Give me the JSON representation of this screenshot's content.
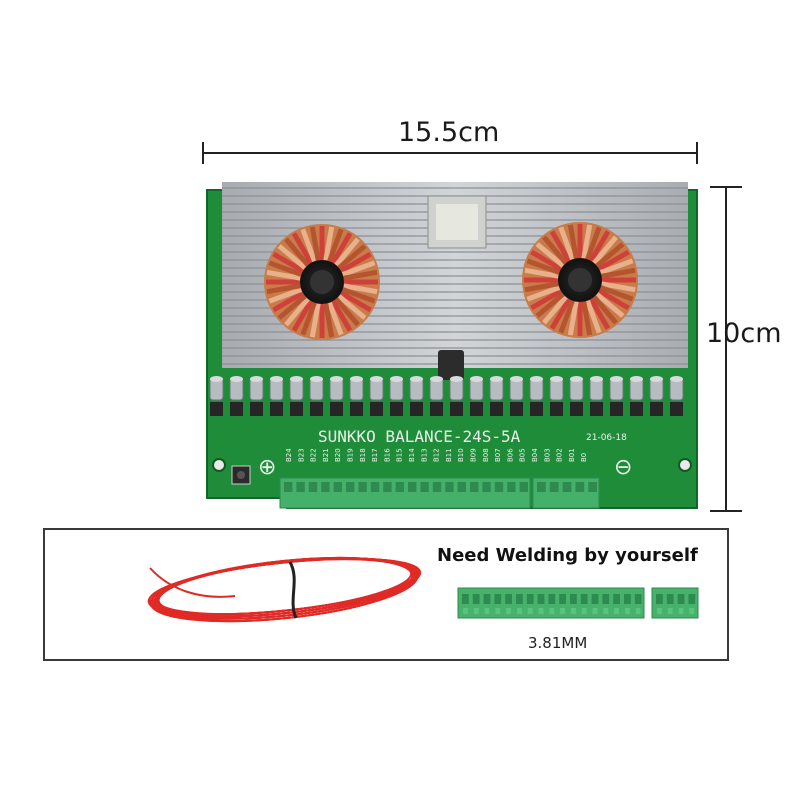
{
  "dimensions": {
    "width_label": "15.5cm",
    "height_label": "10cm"
  },
  "board": {
    "silkscreen_title": "SUNKKO BALANCE-24S-5A",
    "date_code": "21-06-18",
    "pin_labels": [
      "B24",
      "B23",
      "B22",
      "B21",
      "B20",
      "B19",
      "B18",
      "B17",
      "B16",
      "B15",
      "B14",
      "B13",
      "B12",
      "B11",
      "B10",
      "B09",
      "B08",
      "B07",
      "B06",
      "B05",
      "B04",
      "B03",
      "B02",
      "B01",
      "B0"
    ],
    "plus_symbol": "⊕",
    "minus_symbol": "⊖"
  },
  "accessories": {
    "note": "Need Welding by yourself",
    "connector_pitch": "3.81MM"
  },
  "colors": {
    "pcb_green": "#1f8c3a",
    "heatsink": "#b9bcc0",
    "wire_red": "#e02a25",
    "terminal_green": "#3fae64"
  }
}
